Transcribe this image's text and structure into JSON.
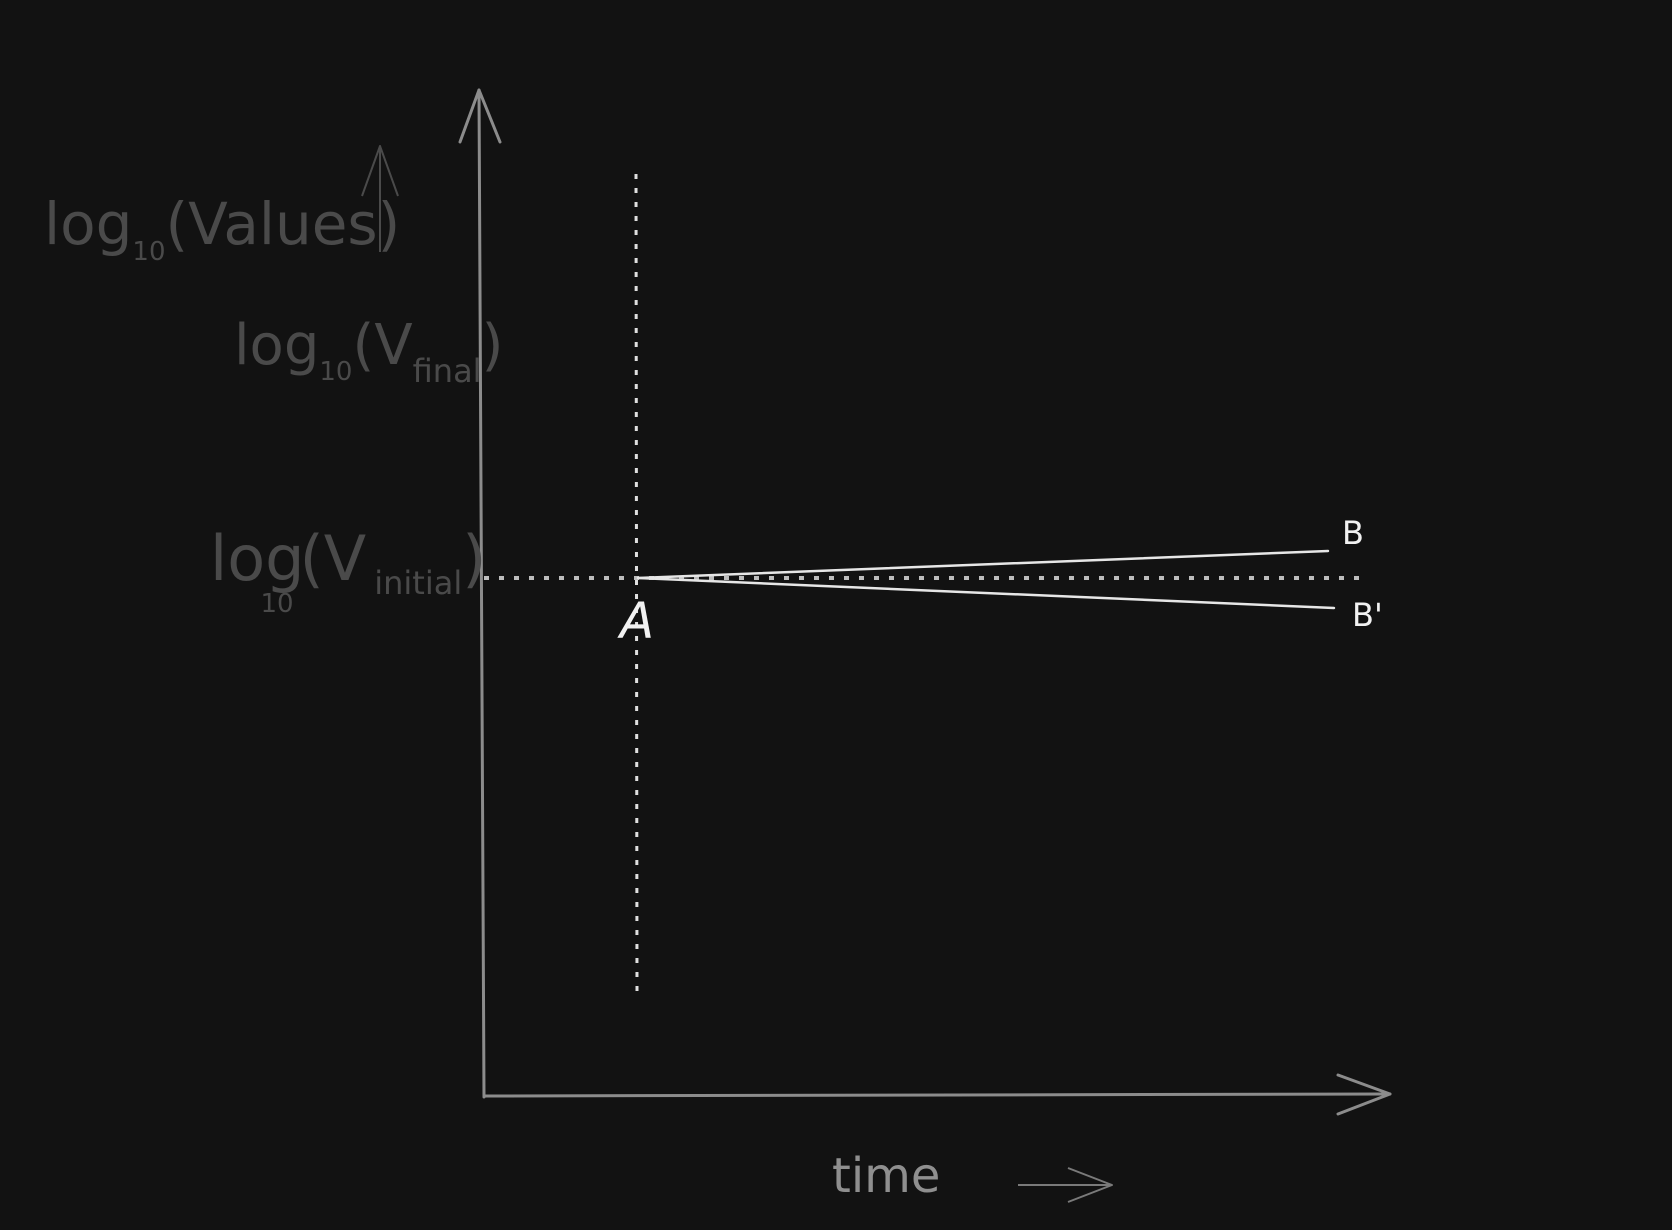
{
  "diagram": {
    "y_axis_label": {
      "prefix": "log",
      "subscript": "10",
      "suffix": "(Values)"
    },
    "y_tick_final": {
      "prefix": "log",
      "subscript": "10",
      "open": "(V",
      "var_subscript": "final",
      "close": ")"
    },
    "y_tick_initial": {
      "prefix": "log",
      "subscript": "10",
      "open": "(V",
      "var_subscript": "initial",
      "close": ")"
    },
    "x_axis_label": "time",
    "points": {
      "a": "A",
      "b": "B",
      "b_prime": "B'"
    }
  },
  "colors": {
    "background": "#121212",
    "axes": "#8c8c8c",
    "faded_text": "#4a4a4a",
    "lines": "#e6e6e6",
    "dotted": "#d0d0d0"
  }
}
